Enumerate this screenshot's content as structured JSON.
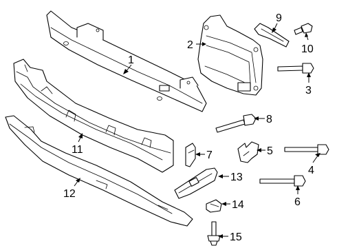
{
  "callouts": [
    {
      "id": "1",
      "label": "1",
      "part_name": "impact-bar"
    },
    {
      "id": "2",
      "label": "2",
      "part_name": "mounting-bracket"
    },
    {
      "id": "3",
      "label": "3",
      "part_name": "bolt"
    },
    {
      "id": "4",
      "label": "4",
      "part_name": "long-bolt"
    },
    {
      "id": "5",
      "label": "5",
      "part_name": "clip-bracket"
    },
    {
      "id": "6",
      "label": "6",
      "part_name": "bolt"
    },
    {
      "id": "7",
      "label": "7",
      "part_name": "small-bracket"
    },
    {
      "id": "8",
      "label": "8",
      "part_name": "bolt"
    },
    {
      "id": "9",
      "label": "9",
      "part_name": "reinforcement-strip"
    },
    {
      "id": "10",
      "label": "10",
      "part_name": "short-bolt"
    },
    {
      "id": "11",
      "label": "11",
      "part_name": "energy-absorber"
    },
    {
      "id": "12",
      "label": "12",
      "part_name": "lower-spoiler-strip"
    },
    {
      "id": "13",
      "label": "13",
      "part_name": "support-bracket"
    },
    {
      "id": "14",
      "label": "14",
      "part_name": "retainer-clip"
    },
    {
      "id": "15",
      "label": "15",
      "part_name": "push-pin"
    }
  ]
}
